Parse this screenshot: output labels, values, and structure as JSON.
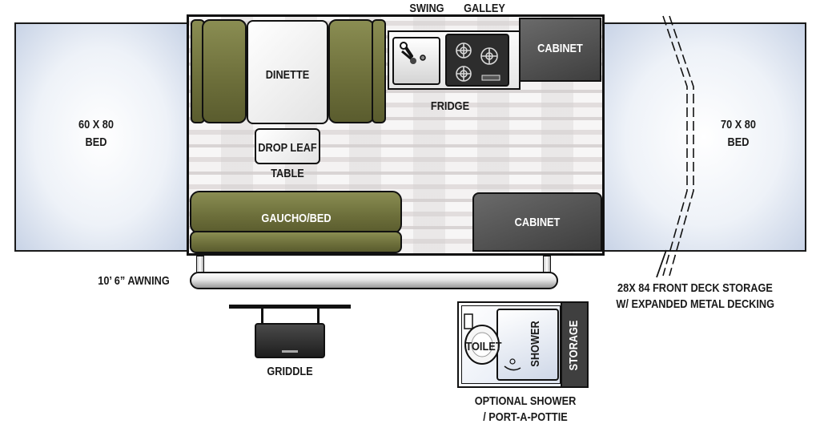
{
  "bed_left": {
    "line1": "60 X 80",
    "line2": "BED"
  },
  "bed_right": {
    "line1": "70 X 80",
    "line2": "BED"
  },
  "dinette": "DINETTE",
  "drop_leaf": "DROP LEAF",
  "table": "TABLE",
  "swing": "SWING",
  "galley": "GALLEY",
  "fridge": "FRIDGE",
  "cabinet_top": "CABINET",
  "cabinet_bottom": "CABINET",
  "gaucho": "GAUCHO/BED",
  "awning": "10’ 6” AWNING",
  "griddle": "GRIDDLE",
  "front_deck": {
    "line1": "28X 84 FRONT DECK STORAGE",
    "line2": "W/ EXPANDED METAL DECKING"
  },
  "toilet": "TOILET",
  "shower": "SHOWER",
  "storage": "STORAGE",
  "optional": {
    "line1": "OPTIONAL SHOWER",
    "line2": "/ PORT-A-POTTIE"
  }
}
